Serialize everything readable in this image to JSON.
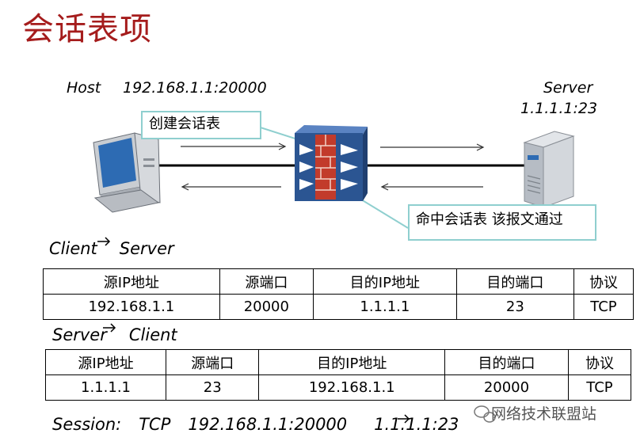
{
  "title": "会话表项",
  "host": {
    "label": "Host",
    "addr": "192.168.1.1:20000"
  },
  "server": {
    "label": "Server",
    "addr": "1.1.1.1:23"
  },
  "callouts": {
    "create": "创建会话表",
    "hit": "命中会话表 该报文通过"
  },
  "c2s": {
    "label_from": "Client",
    "label_to": "Server",
    "headers": [
      "源IP地址",
      "源端口",
      "目的IP地址",
      "目的端口",
      "协议"
    ],
    "row": [
      "192.168.1.1",
      "20000",
      "1.1.1.1",
      "23",
      "TCP"
    ]
  },
  "s2c": {
    "label_from": "Server",
    "label_to": "Client",
    "headers": [
      "源IP地址",
      "源端口",
      "目的IP地址",
      "目的端口",
      "协议"
    ],
    "row": [
      "1.1.1.1",
      "23",
      "192.168.1.1",
      "20000",
      "TCP"
    ]
  },
  "session": {
    "label": "Session:",
    "proto": "TCP",
    "from": "192.168.1.1:20000",
    "to": "1.1.1.1:23"
  },
  "watermark": "网络技术联盟站",
  "colors": {
    "title": "#a51c1c",
    "callout_border": "#8fcfcf",
    "firewall_body": "#2b5592",
    "firewall_brick": "#c23b2b"
  }
}
